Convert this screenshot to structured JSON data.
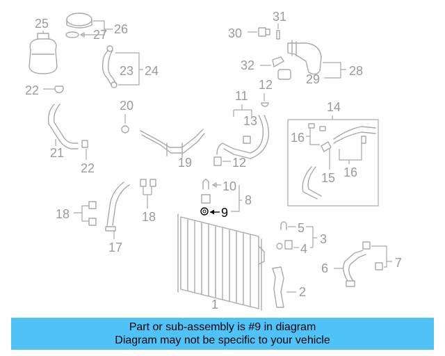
{
  "diagram": {
    "callouts": [
      "1",
      "2",
      "3",
      "4",
      "5",
      "6",
      "7",
      "8",
      "9",
      "10",
      "11",
      "12",
      "12",
      "13",
      "14",
      "15",
      "16",
      "16",
      "17",
      "18",
      "18",
      "19",
      "20",
      "21",
      "22",
      "22",
      "23",
      "24",
      "25",
      "26",
      "27",
      "28",
      "29",
      "30",
      "31",
      "32"
    ],
    "highlighted_callout": "9",
    "highlight_color": "#000000",
    "part_color": "#a8a8a8"
  },
  "banner": {
    "line1": "Part or sub-assembly is #9 in diagram",
    "line2": "Diagram may not be specific to your vehicle",
    "background": "#4fc3f7"
  }
}
